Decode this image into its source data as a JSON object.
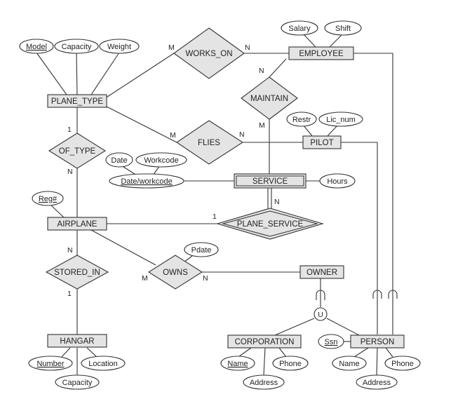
{
  "entities": {
    "employee": "EMPLOYEE",
    "plane_type": "PLANE_TYPE",
    "pilot": "PILOT",
    "service": "SERVICE",
    "airplane": "AIRPLANE",
    "owner": "OWNER",
    "hangar": "HANGAR",
    "corporation": "CORPORATION",
    "person": "PERSON"
  },
  "relationships": {
    "works_on": "WORKS_ON",
    "maintain": "MAINTAIN",
    "flies": "FLIES",
    "of_type": "OF_TYPE",
    "plane_service": "PLANE_SERVICE",
    "stored_in": "STORED_IN",
    "owns": "OWNS"
  },
  "attributes": {
    "salary": "Salary",
    "shift": "Shift",
    "model": "Model",
    "capacity_pt": "Capacity",
    "weight": "Weight",
    "restr": "Restr",
    "lic_num": "Lic_num",
    "date": "Date",
    "workcode": "Workcode",
    "date_workcode": "Date/workcode",
    "hours": "Hours",
    "reg": "Reg#",
    "pdate": "Pdate",
    "number": "Number",
    "location": "Location",
    "capacity_h": "Capacity",
    "corp_name": "Name",
    "corp_phone": "Phone",
    "corp_address": "Address",
    "ssn": "Ssn",
    "person_name": "Name",
    "person_phone": "Phone",
    "person_address": "Address"
  },
  "cardinalities": {
    "works_on_planetype": "M",
    "works_on_employee": "N",
    "maintain_employee": "N",
    "maintain_service": "M",
    "flies_planetype": "M",
    "flies_pilot": "N",
    "oftype_planetype": "1",
    "oftype_airplane": "N",
    "planeservice_service": "N",
    "planeservice_airplane": "1",
    "storedin_airplane": "N",
    "storedin_hangar": "1",
    "owns_airplane": "M",
    "owns_owner": "N"
  },
  "union_symbol": "U"
}
